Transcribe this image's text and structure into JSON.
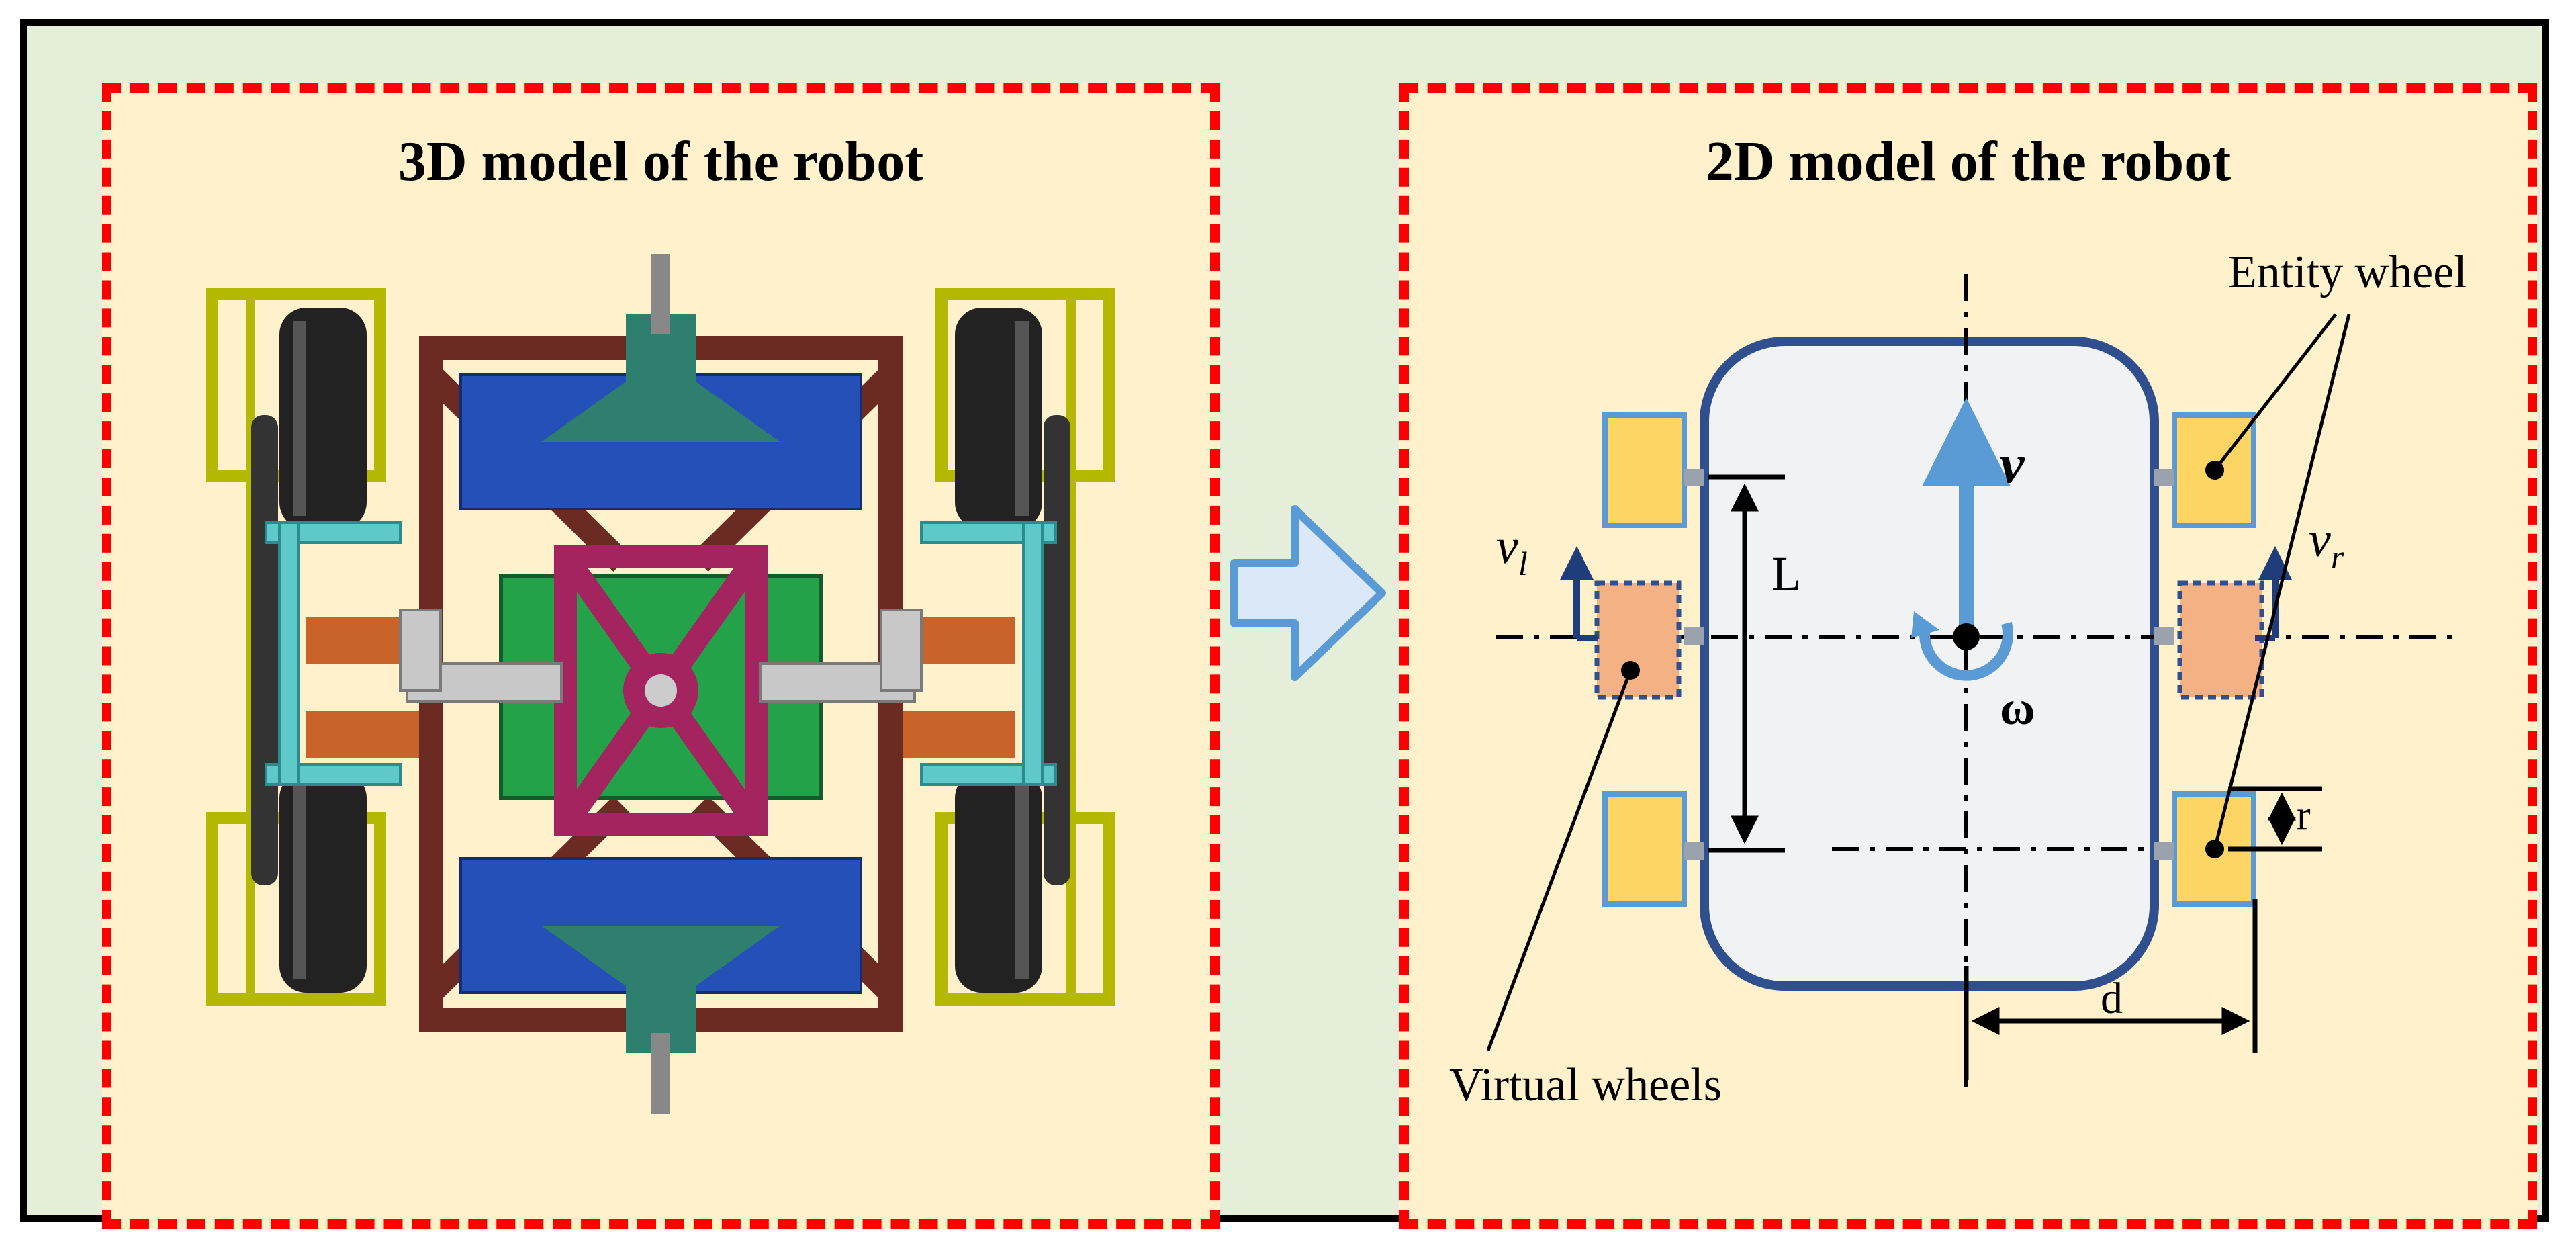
{
  "left_panel": {
    "title": "3D model of the robot"
  },
  "right_panel": {
    "title": "2D model of the robot",
    "labels": {
      "entity_wheel": "Entity wheel",
      "virtual_wheels": "Virtual wheels",
      "velocity": "v",
      "omega": "ω",
      "v_left": "v",
      "v_left_sub": "l",
      "v_right": "v",
      "v_right_sub": "r",
      "length": "L",
      "radius": "r",
      "distance": "d"
    }
  },
  "colors": {
    "dashed_border": "#ff0000",
    "panel_fill": "#fef1cc",
    "background": "#e5eed9",
    "body_outline": "#2f4f8f",
    "body_fill": "#f0f2f4",
    "wheel_fill": "#fcd565",
    "virtual_wheel_fill": "#f4b183",
    "arrow_blue": "#5b9bd5",
    "arrow_dark": "#1f3d7a"
  }
}
